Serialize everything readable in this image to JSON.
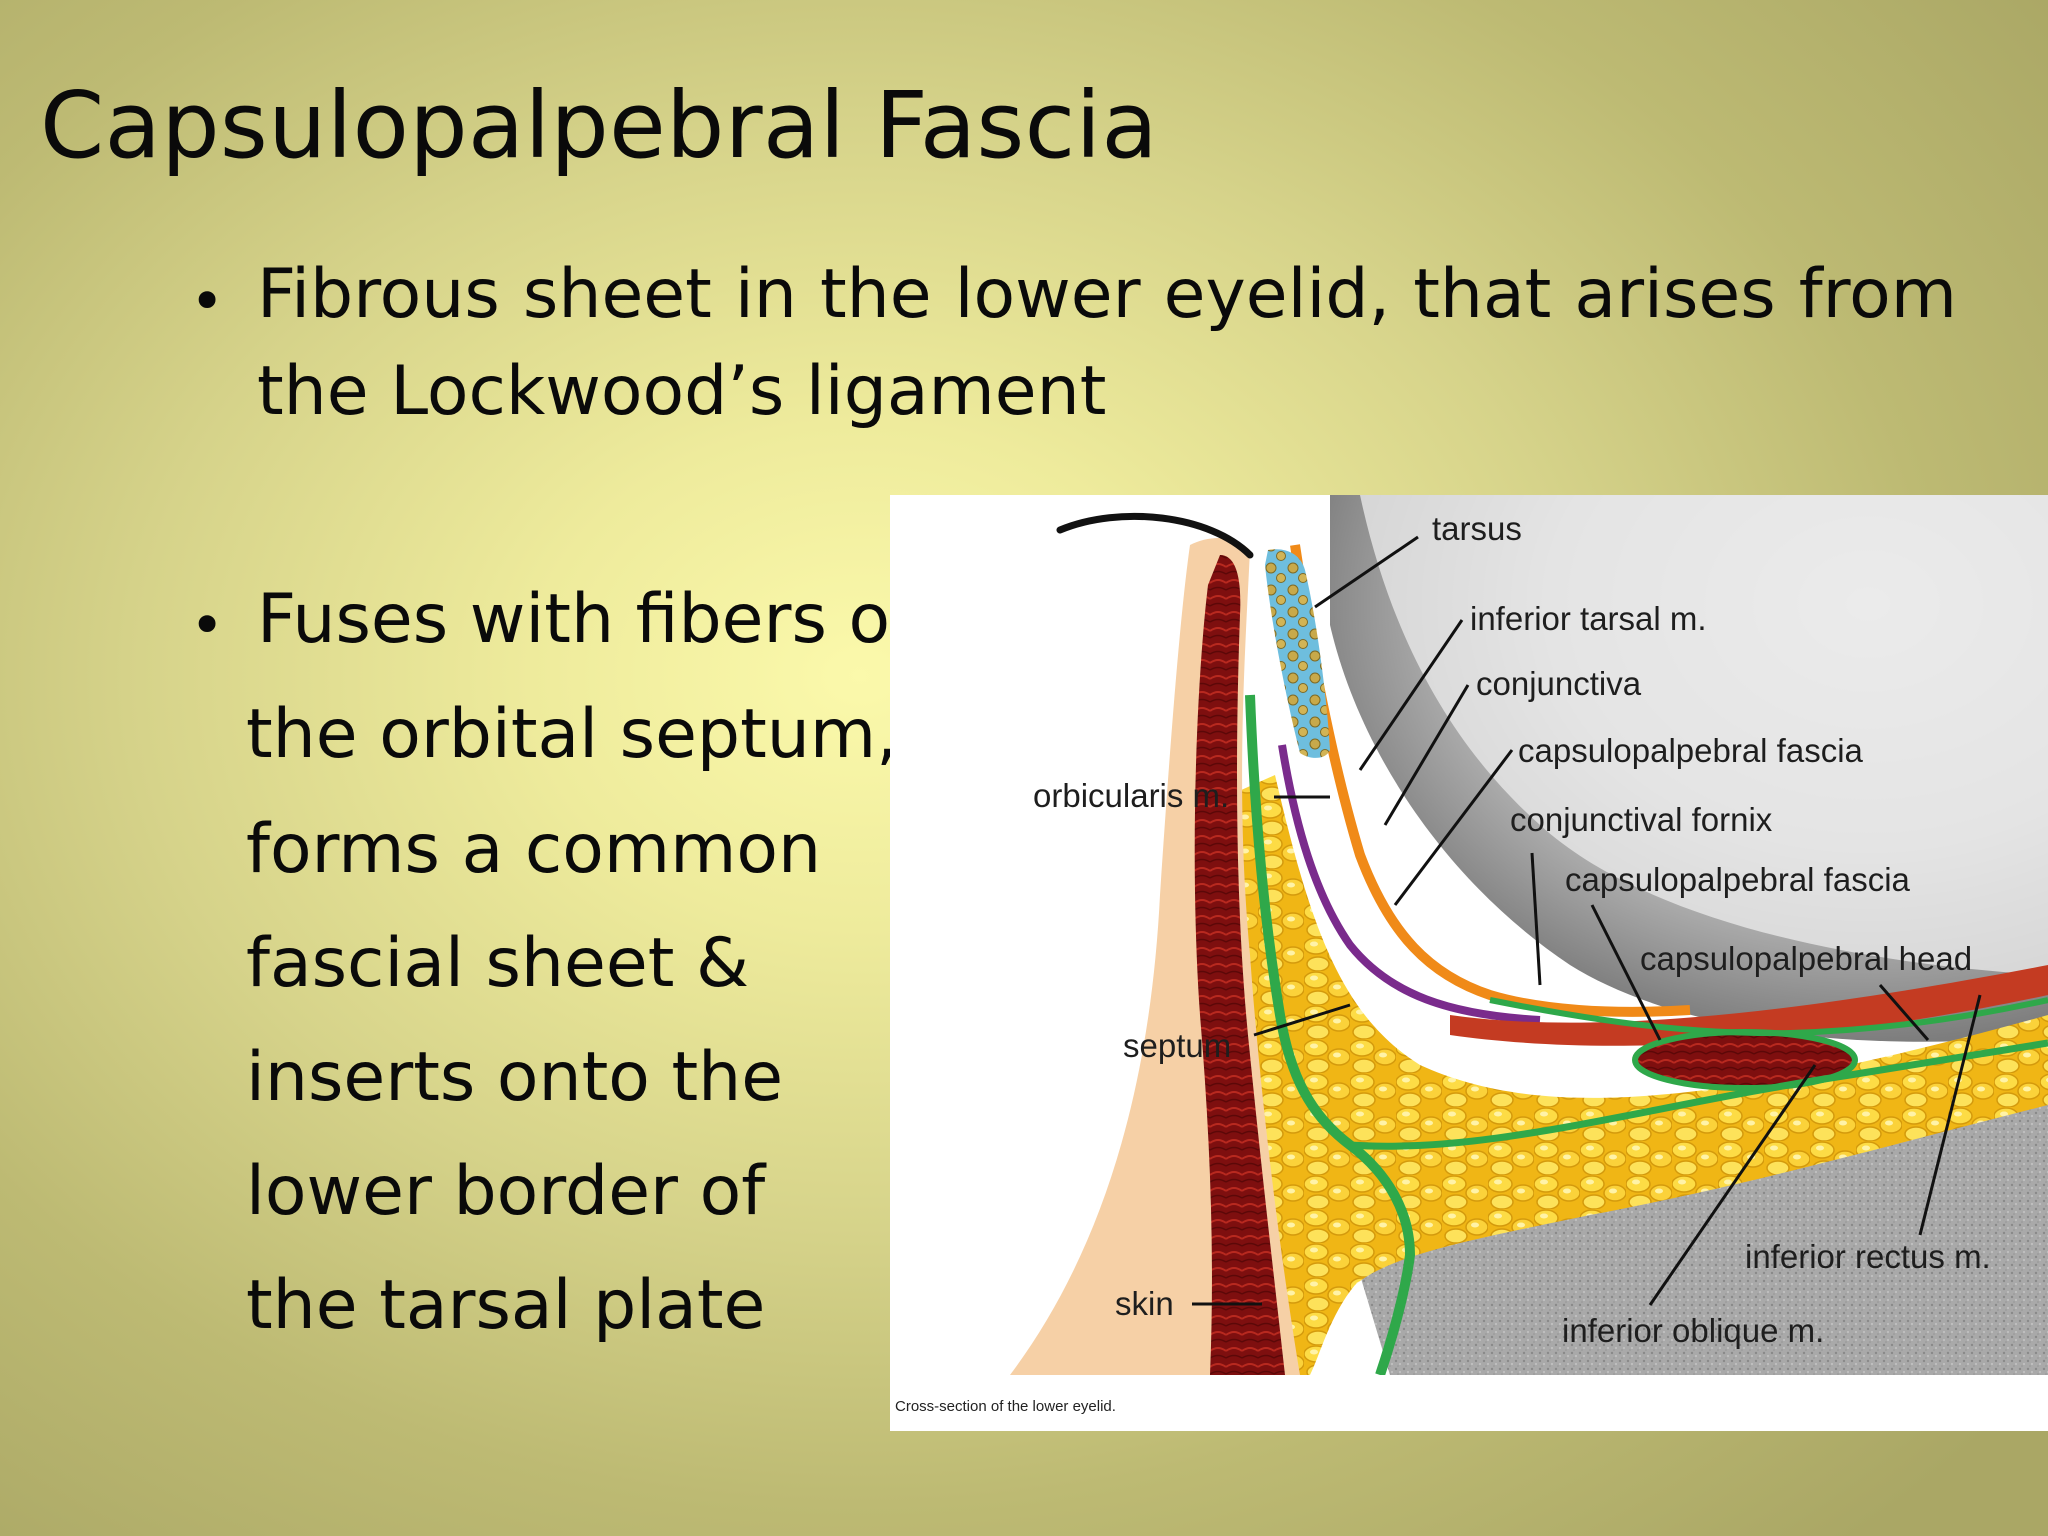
{
  "slide": {
    "title": "Capsulopalpebral Fascia",
    "bullet1": {
      "line1": "Fibrous sheet in the lower eyelid, that arises from",
      "line2": "the Lockwood’s ligament"
    },
    "bullet2": {
      "lines": [
        "Fuses with fibers of",
        "the orbital septum,",
        "forms a common",
        "fascial sheet &",
        "inserts onto the",
        "lower border of",
        "the tarsal plate"
      ]
    }
  },
  "figure": {
    "caption": "Cross-section of the lower eyelid.",
    "labels": {
      "tarsus": "tarsus",
      "inferior_tarsal": "inferior tarsal m.",
      "conjunctiva": "conjunctiva",
      "capsulopalpebral_fascia_1": "capsulopalpebral fascia",
      "conjunctival_fornix": "conjunctival fornix",
      "capsulopalpebral_fascia_2": "capsulopalpebral fascia",
      "capsulopalpebral_head": "capsulopalpebral head",
      "orbicularis": "orbicularis m.",
      "septum": "septum",
      "skin": "skin",
      "inferior_rectus": "inferior rectus m.",
      "inferior_oblique": "inferior oblique m."
    }
  }
}
